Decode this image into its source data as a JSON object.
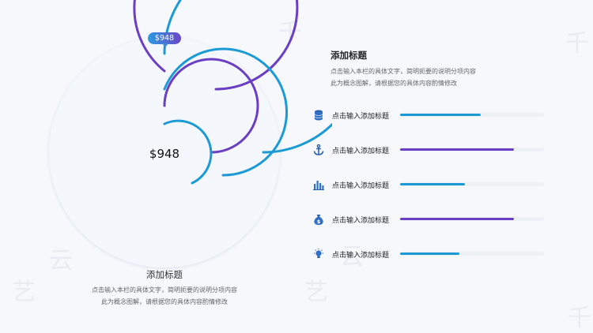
{
  "colors": {
    "blue": "#1c9ad6",
    "purple": "#6b3fc4",
    "track": "#edf1f6"
  },
  "ring_chart": {
    "callout_value": "$948",
    "center_value": "$948"
  },
  "left_block": {
    "title": "添加标题",
    "desc_line1": "点击输入本栏的具体文字，简明扼要的说明分项内容",
    "desc_line2": "此为概念图解，请根据您的具体内容酌情修改"
  },
  "right_block": {
    "title": "添加标题",
    "desc_line1": "点击输入本栏的具体文字，简明扼要的说明分项内容",
    "desc_line2": "此为概念图解，请根据您的具体内容酌情修改"
  },
  "items": [
    {
      "label": "点击输入添加标题",
      "icon": "database-icon",
      "color": "#1c9ad6",
      "level": 0.56
    },
    {
      "label": "点击输入添加标题",
      "icon": "anchor-icon",
      "color": "#6b3fc4",
      "level": 0.79
    },
    {
      "label": "点击输入添加标题",
      "icon": "bar-chart-icon",
      "color": "#1c9ad6",
      "level": 0.45
    },
    {
      "label": "点击输入添加标题",
      "icon": "money-bag-icon",
      "color": "#6b3fc4",
      "level": 0.79
    },
    {
      "label": "点击输入添加标题",
      "icon": "lightbulb-icon",
      "color": "#1c9ad6",
      "level": 0.41
    }
  ],
  "watermark": {
    "chars": [
      "千",
      "艺",
      "云"
    ]
  }
}
